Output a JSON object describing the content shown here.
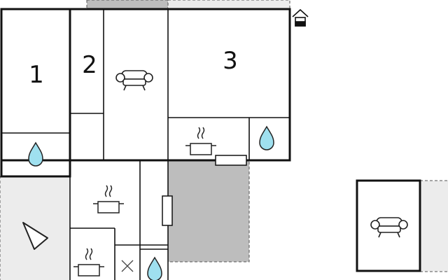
{
  "colors": {
    "wall": "#111111",
    "terrace_fill": "#bdbdbd",
    "outdoor_fill": "#ececec",
    "water": "#9fe0ef",
    "background": "#ffffff"
  },
  "rooms": {
    "bedroom_1": {
      "label": "1",
      "type": "bedroom"
    },
    "bedroom_2": {
      "label": "2",
      "type": "bedroom"
    },
    "bedroom_3": {
      "label": "3",
      "type": "bedroom"
    },
    "living": {
      "type": "living-room",
      "icon": "sofa-icon"
    },
    "kitchen_1": {
      "type": "kitchen",
      "icon": "cooking-pot-icon"
    },
    "kitchen_2": {
      "type": "kitchen",
      "icon": "cooking-pot-icon"
    },
    "kitchen_3": {
      "type": "kitchen",
      "icon": "cooking-pot-icon"
    },
    "bathroom_1": {
      "type": "bathroom",
      "icon": "water-drop-icon"
    },
    "bathroom_2": {
      "type": "bathroom",
      "icon": "water-drop-icon"
    },
    "bathroom_3": {
      "type": "bathroom",
      "icon": "water-drop-icon"
    },
    "wc": {
      "type": "toilet",
      "icon": "cross-icon"
    },
    "annex_living": {
      "type": "living-room",
      "icon": "sofa-icon"
    }
  },
  "legend": {
    "terrace": "terrace",
    "entrance": "house-entrance-icon",
    "direction": "direction-arrow-icon"
  }
}
